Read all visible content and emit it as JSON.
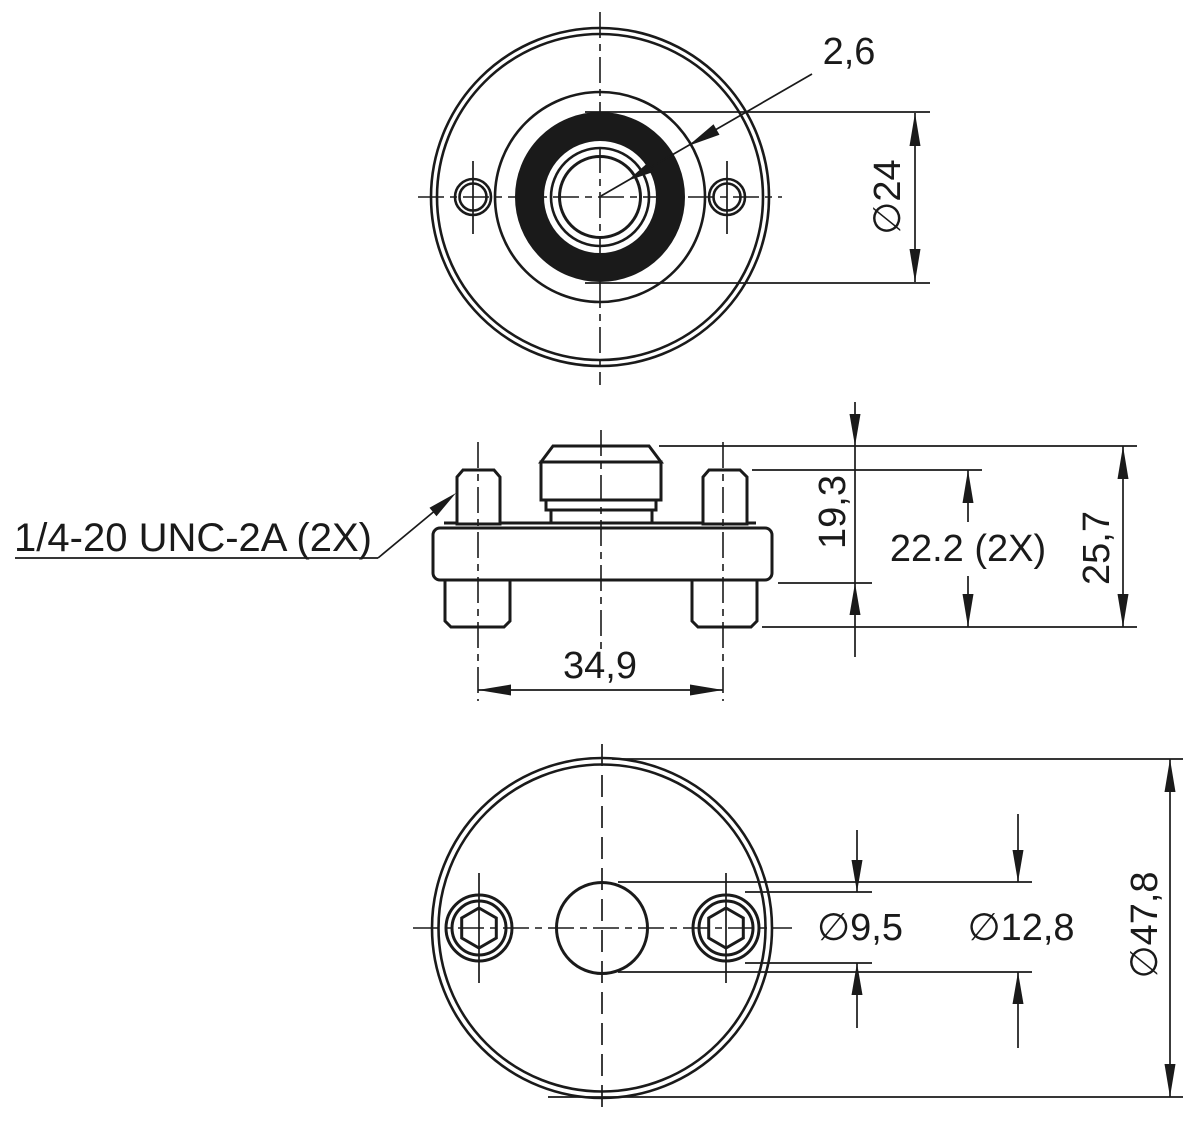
{
  "colors": {
    "background": "#ffffff",
    "line": "#1a1a1a"
  },
  "top_view": {
    "ring_thickness_label": "2,6",
    "oring_outer_dia_label": "∅24"
  },
  "side_view": {
    "thread_callout_label": "1/4-20 UNC-2A (2X)",
    "flange_height_label": "19,3",
    "stud_height_label": "22.2 (2X)",
    "total_height_label": "25,7",
    "stud_spacing_label": "34,9"
  },
  "bottom_view": {
    "screw_head_dia_label": "∅9,5",
    "center_hole_dia_label": "∅12,8",
    "flange_dia_label": "∅47,8"
  }
}
